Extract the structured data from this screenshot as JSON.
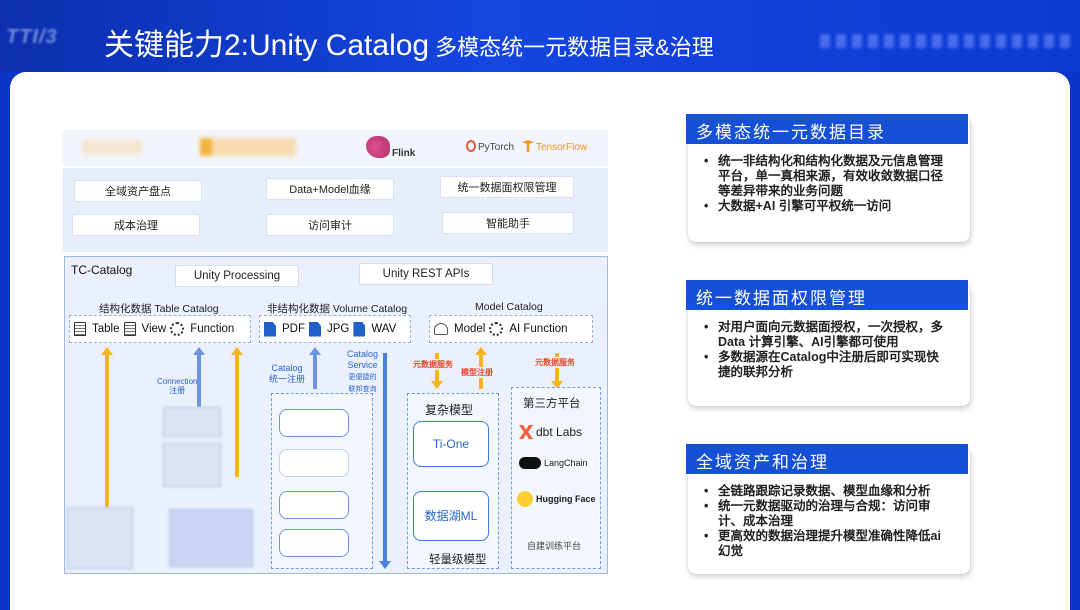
{
  "header": {
    "logo_text": "TTI/3",
    "title": "关键能力2:Unity Catalog",
    "subtitle": "多模态统一元数据目录&治理"
  },
  "top_logos": {
    "flink": "Flink",
    "pytorch": "PyTorch",
    "tensorflow": "TensorFlow"
  },
  "capabilities": [
    "全域资产盘点",
    "Data+Model血缘",
    "统一数据面权限管理",
    "成本治理",
    "访问审计",
    "智能助手"
  ],
  "tc_catalog": {
    "label": "TC-Catalog",
    "unity_processing": "Unity Processing",
    "unity_rest": "Unity REST APIs",
    "structured": {
      "title": "结构化数据 Table Catalog",
      "items": [
        "Table",
        "View",
        "Function"
      ]
    },
    "unstructured": {
      "title": "非结构化数据 Volume Catalog",
      "items": [
        "PDF",
        "JPG",
        "WAV"
      ]
    },
    "model": {
      "title": "Model Catalog",
      "items": [
        "Model",
        "AI Function"
      ]
    }
  },
  "annotations": {
    "connection": "Connection",
    "connection_sub": "注册",
    "catalog_register": "Catalog",
    "catalog_register_sub": "统一注册",
    "catalog_service": "Catalog",
    "catalog_service_2": "Service",
    "catalog_service_3": "更便捷的",
    "catalog_service_4": "联邦查询",
    "meta_service_1": "元数据服务",
    "model_register": "模型注册",
    "meta_service_2": "元数据服务"
  },
  "complex_models": {
    "title": "复杂模型",
    "tione": "Ti-One",
    "datalake": "数据湖",
    "datalake_ml": "ML",
    "light": "轻量级模型"
  },
  "third_party": {
    "title": "第三方平台",
    "brands": [
      "dbt Labs",
      "LangChain",
      "Hugging Face"
    ],
    "self_built": "自建训练平台"
  },
  "panels": [
    {
      "title": "多模态统一元数据目录",
      "bullets": [
        "统一非结构化和结构化数据及元信息管理平台，单一真相来源，有效收敛数据口径等差异带来的业务问题",
        "大数据+AI 引擎可平权统一访问"
      ]
    },
    {
      "title": "统一数据面权限管理",
      "bullets": [
        "对用户面向元数据面授权，一次授权，多Data 计算引擎、AI引擎都可使用",
        "多数据源在Catalog中注册后即可实现快捷的联邦分析"
      ]
    },
    {
      "title": "全域资产和治理",
      "bullets": [
        "全链路跟踪记录数据、模型血缘和分析",
        "统一元数据驱动的治理与合规：访问审计、成本治理",
        "更高效的数据治理提升模型准确性降低ai幻觉"
      ]
    }
  ],
  "colors": {
    "header_blue": "#1546e0",
    "panel_blue": "#1550d6",
    "arrow_orange": "#f4b51e",
    "arrow_blue": "#4a7fe0"
  }
}
